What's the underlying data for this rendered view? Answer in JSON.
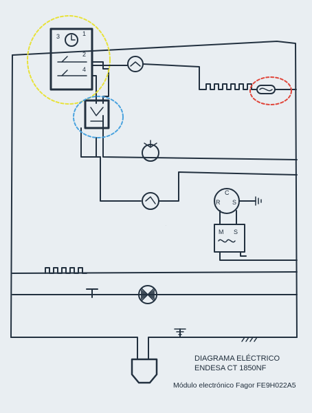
{
  "caption": {
    "title": "DIAGRAMA ELÉCTRICO",
    "model": "ENDESA CT 1850NF",
    "module": "Módulo electrónico Fagor FE9H022A5"
  },
  "timer_terminals": [
    "3",
    "1",
    "2",
    "4"
  ],
  "compressor_terminals": [
    "R",
    "C",
    "S"
  ],
  "relay_terminals": [
    "M",
    "S"
  ],
  "colors": {
    "paper": "#e9eef2",
    "ink": "#22303f",
    "highlight_timer": "#e8e23a",
    "highlight_thermostat": "#4aa3df",
    "highlight_fuse": "#e0453a"
  }
}
